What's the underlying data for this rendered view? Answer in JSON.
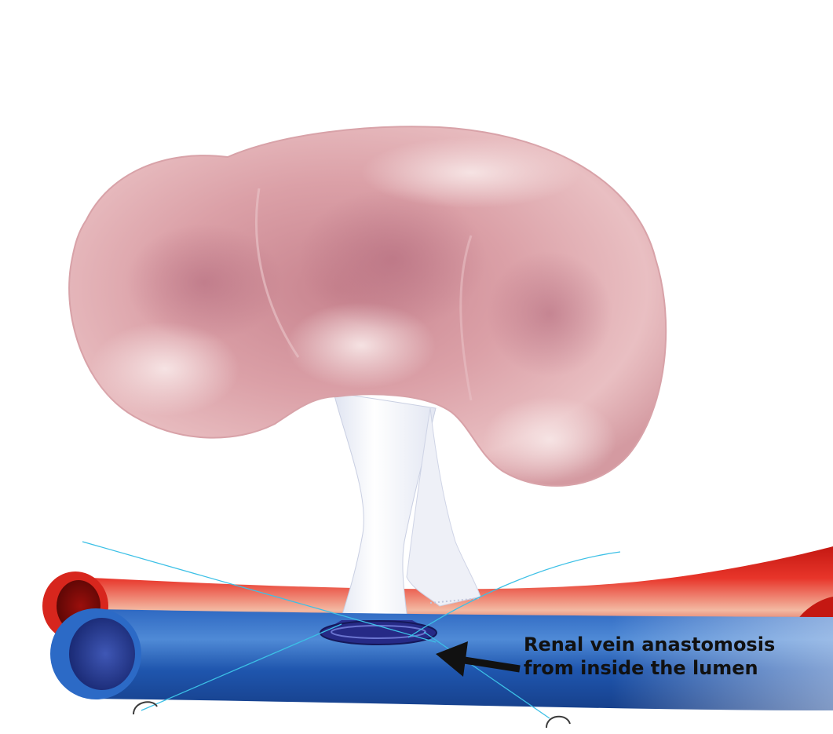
{
  "annotation": {
    "line1": "Renal vein anastomosis",
    "line2": "from inside the lumen"
  },
  "colors": {
    "kidney": "#dba0a7",
    "kidney_shadow": "#b86f7c",
    "artery": "#d9231c",
    "vein": "#1f5fb8",
    "vein_lumen": "#233b8f",
    "anastomosis_ring": "#262a86",
    "suture": "#3cc0e6",
    "pedicle": "#ffffff"
  },
  "icons": {
    "arrow": "black-pointer-arrow",
    "needle": "curved-suture-needle"
  }
}
